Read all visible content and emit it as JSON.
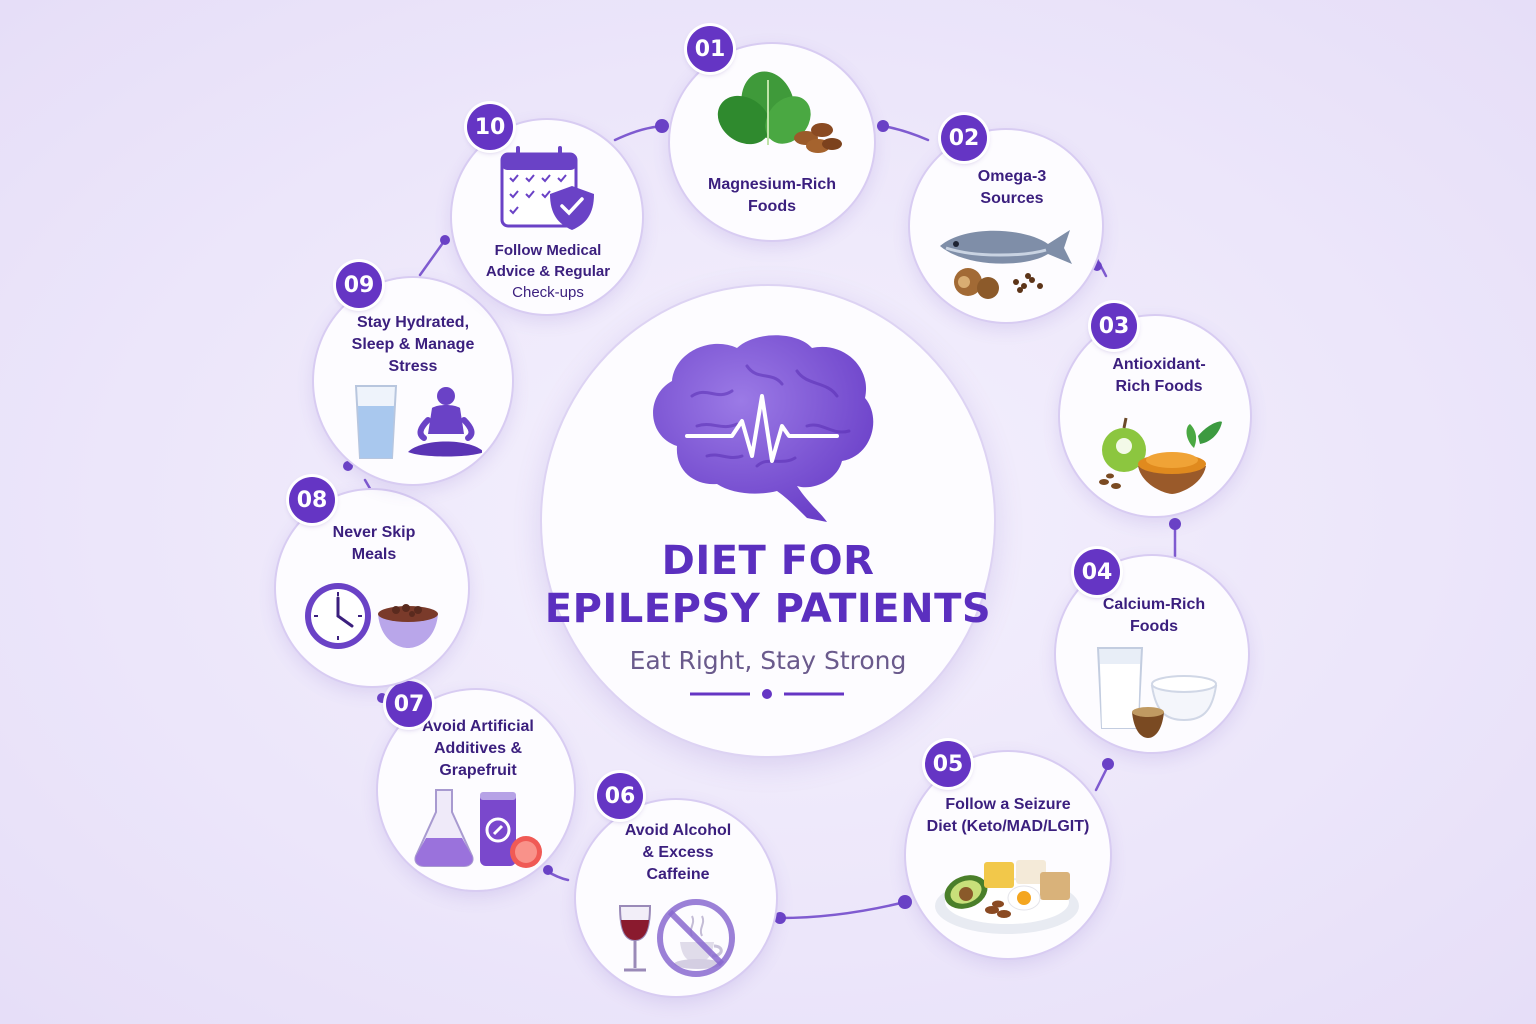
{
  "center": {
    "title_line1": "DIET FOR",
    "title_line2": "EPILEPSY PATIENTS",
    "subtitle": "Eat Right, Stay Strong",
    "icon": "brain-heartbeat-icon"
  },
  "colors": {
    "accent": "#6535c4",
    "title": "#5b2fbf",
    "label": "#3b1f7e",
    "connector": "#7f5bd0",
    "background": "#ece6fa"
  },
  "items": [
    {
      "number": "01",
      "line1": "Magnesium-Rich",
      "line2": "Foods",
      "line3": "",
      "icon": "spinach-almonds-icon"
    },
    {
      "number": "02",
      "line1": "Omega-3",
      "line2": "Sources",
      "line3": "",
      "icon": "fish-walnut-icon"
    },
    {
      "number": "03",
      "line1": "Antioxidant-",
      "line2": "Rich Foods",
      "line3": "",
      "icon": "apple-turmeric-icon"
    },
    {
      "number": "04",
      "line1": "Calcium-Rich",
      "line2": "Foods",
      "line3": "",
      "icon": "milk-yogurt-icon"
    },
    {
      "number": "05",
      "line1": "Follow a Seizure",
      "line2": "Diet (Keto/MAD/LGIT)",
      "line3": "",
      "icon": "keto-plate-icon"
    },
    {
      "number": "06",
      "line1": "Avoid Alcohol",
      "line2": "& Excess",
      "line3": "Caffeine",
      "icon": "no-alcohol-caffeine-icon"
    },
    {
      "number": "07",
      "line1": "Avoid Artificial",
      "line2": "Additives &",
      "line3": "Grapefruit",
      "icon": "flask-can-grapefruit-icon"
    },
    {
      "number": "08",
      "line1": "Never Skip",
      "line2": "Meals",
      "line3": "",
      "icon": "clock-bowl-icon"
    },
    {
      "number": "09",
      "line1": "Stay Hydrated,",
      "line2": "Sleep & Manage",
      "line3": "Stress",
      "icon": "water-meditation-icon"
    },
    {
      "number": "10",
      "line1": "Follow Medical",
      "line2": "Advice & Regular",
      "line3": "Check-ups",
      "icon": "calendar-shield-icon"
    }
  ]
}
